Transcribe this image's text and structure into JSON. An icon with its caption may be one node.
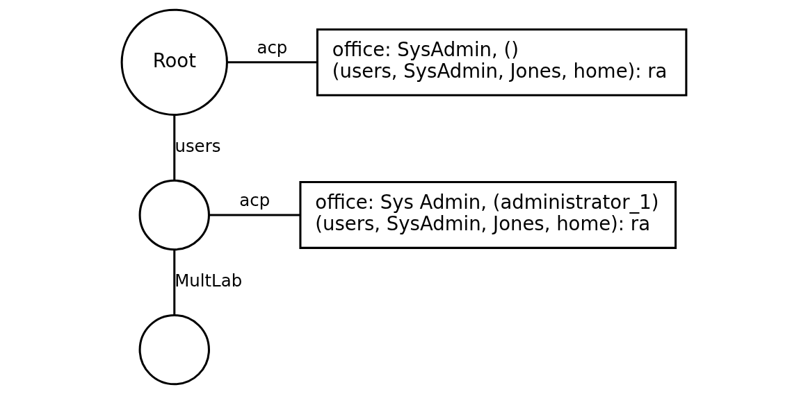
{
  "diagram": {
    "nodes": [
      {
        "text": [
          "Root"
        ]
      },
      {
        "text": [
          "office: SysAdmin, ()",
          "(users, SysAdmin, Jones, home): ra"
        ]
      },
      {
        "text": [],
        "shape": "circle"
      },
      {
        "text": [
          "office: Sys Admin, (administrator_1)",
          "(users, SysAdmin, Jones, home): ra"
        ]
      },
      {
        "text": [],
        "shape": "circle"
      }
    ],
    "edges": [
      {
        "from": 0,
        "to": 1,
        "arrow": "none",
        "label": "acp"
      },
      {
        "from": 0,
        "to": 2,
        "arrow": "none",
        "label": "users"
      },
      {
        "from": 2,
        "to": 3,
        "arrow": "none",
        "label": "acp"
      },
      {
        "from": 2,
        "to": 4,
        "arrow": "none",
        "label": "MultLab"
      }
    ]
  }
}
